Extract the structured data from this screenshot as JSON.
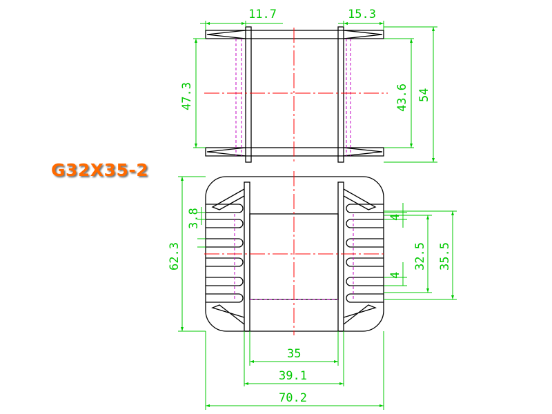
{
  "part_number": "G32X35-2",
  "colors": {
    "outline": "#000000",
    "dimension": "#00c800",
    "centerline": "#ff0000",
    "hidden": "#c000c0",
    "title": "#ff6a00"
  },
  "dimensions": {
    "top_left_flange": "11.7",
    "top_right_flange": "15.3",
    "top_left_height": "47.3",
    "top_inner_height": "43.6",
    "top_total_height": "54",
    "bottom_total_height": "62.3",
    "slot_offset": "3.8",
    "pin_gap_upper": "4",
    "pin_gap_lower": "4",
    "pin_span_inner": "32.5",
    "pin_span_outer": "35.5",
    "core_width": "35",
    "flange_width": "39.1",
    "overall_width": "70.2"
  }
}
